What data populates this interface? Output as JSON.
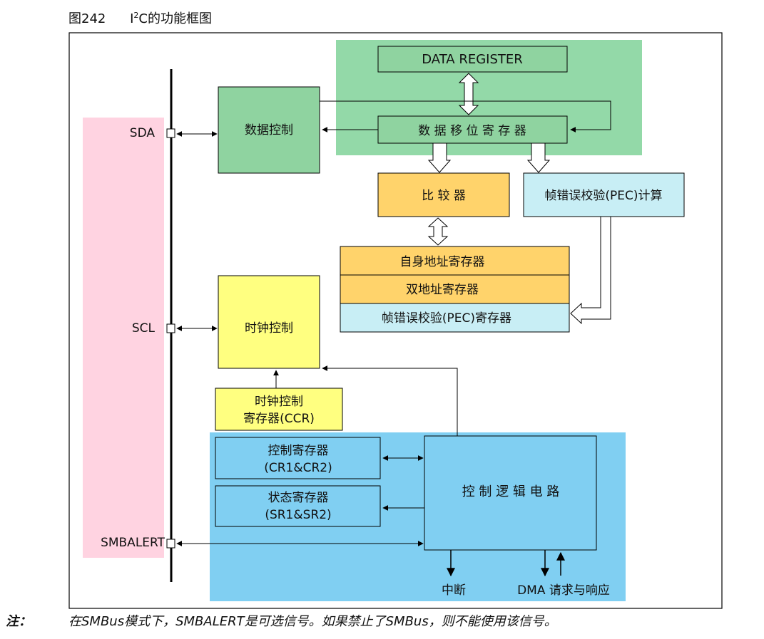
{
  "figure": {
    "number": "图242",
    "title_prefix": "I",
    "title_sup": "2",
    "title_suffix": "C的功能框图"
  },
  "pins": {
    "sda": "SDA",
    "scl": "SCL",
    "smbalert": "SMBALERT"
  },
  "blocks": {
    "data_register": "DATA REGISTER",
    "data_shift_register": "数 据 移 位 寄 存 器",
    "data_control": "数据控制",
    "comparator": "比 较 器",
    "pec_calc": "帧错误校验(PEC)计算",
    "own_address_register": "自身地址寄存器",
    "dual_address_register": "双地址寄存器",
    "pec_register": "帧错误校验(PEC)寄存器",
    "clock_control": "时钟控制",
    "ccr_line1": "时钟控制",
    "ccr_line2": "寄存器(CCR)",
    "control_register_line1": "控制寄存器",
    "control_register_line2": "(CR1&CR2)",
    "status_register_line1": "状态寄存器",
    "status_register_line2": "(SR1&SR2)",
    "control_logic": "控 制 逻 辑 电 路"
  },
  "outputs": {
    "interrupt": "中断",
    "dma": "DMA 请求与响应"
  },
  "note": {
    "label": "注：",
    "text": "在SMBus模式下，SMBALERT是可选信号。如果禁止了SMBus，则不能使用该信号。"
  },
  "colors": {
    "green_region": "#93d9a8",
    "green_block": "#8fd3a0",
    "pink_region": "#ffd3e1",
    "blue_region": "#80cff2",
    "yellow_block": "#ffd36b",
    "yellow_light": "#ffff80",
    "light_blue_block": "#c8eef5",
    "frame": "#000000"
  }
}
